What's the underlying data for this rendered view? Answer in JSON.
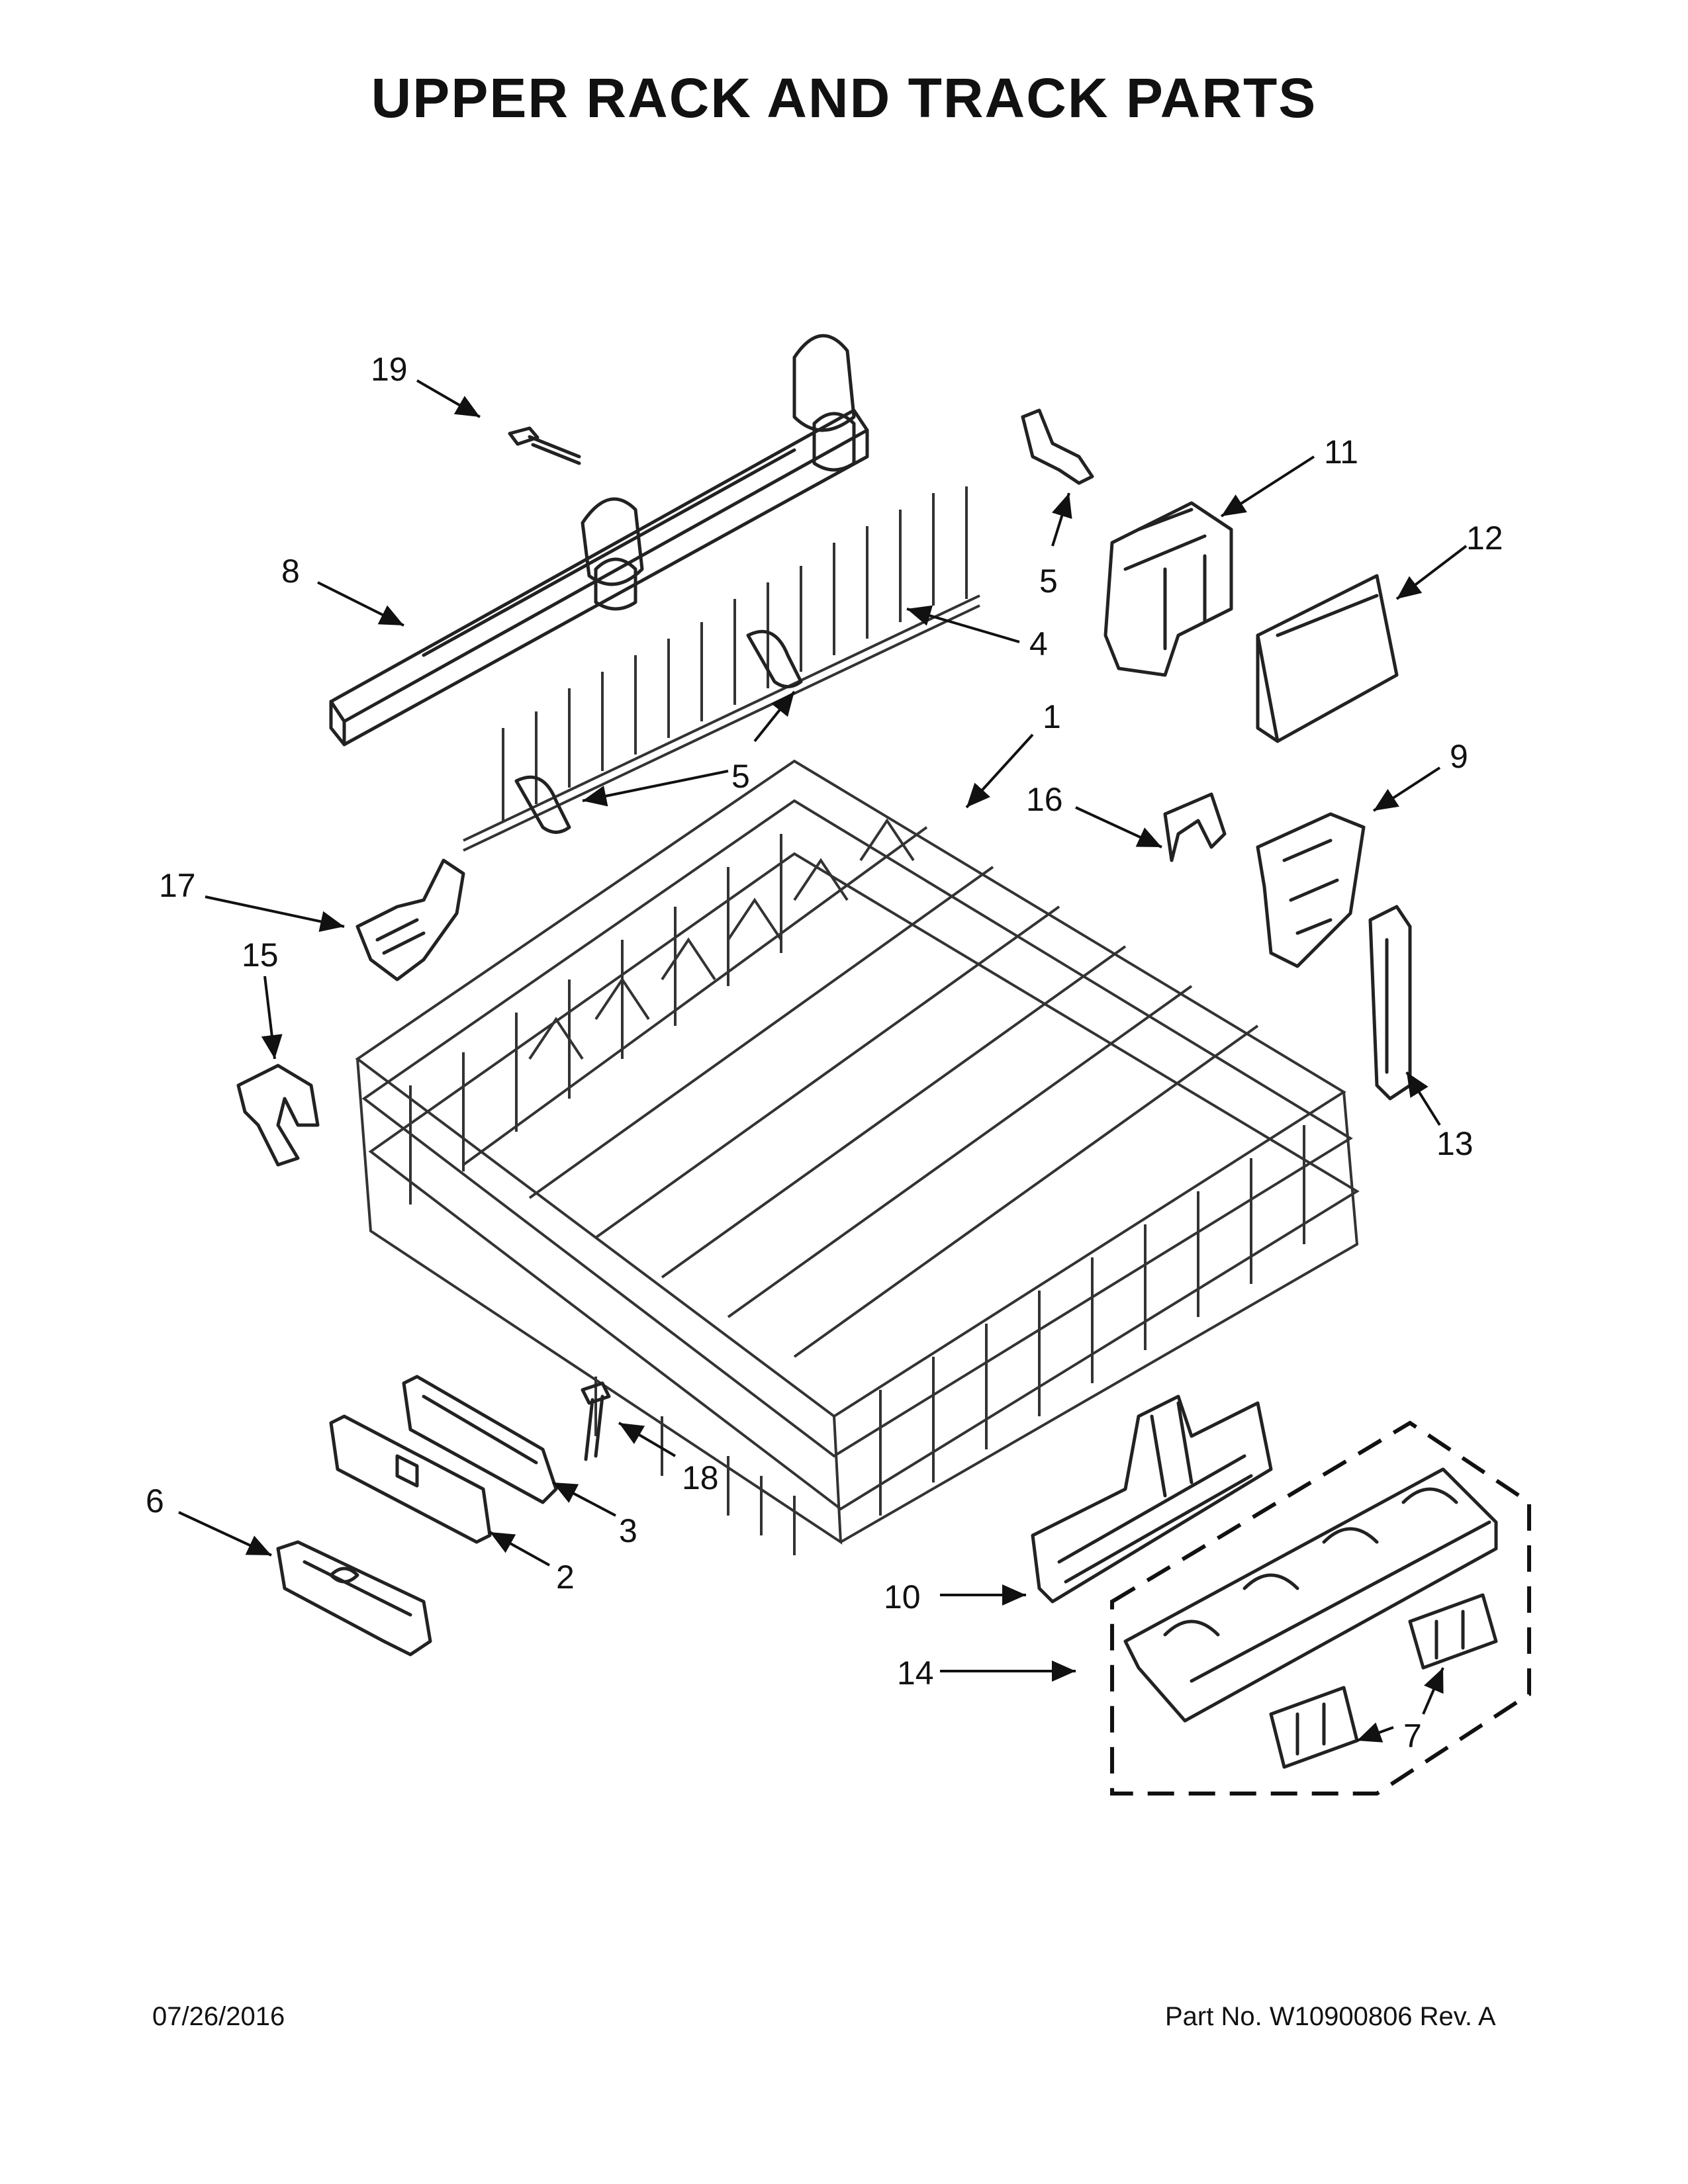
{
  "page": {
    "title": "UPPER RACK AND TRACK PARTS",
    "date": "07/26/2016",
    "part_number_line": "Part No.  W10900806  Rev.  A"
  },
  "callouts": {
    "c1": "1",
    "c2": "2",
    "c3": "3",
    "c4": "4",
    "c5a": "5",
    "c5b": "5",
    "c6": "6",
    "c7": "7",
    "c8": "8",
    "c9": "9",
    "c10": "10",
    "c11": "11",
    "c12": "12",
    "c13": "13",
    "c14": "14",
    "c15": "15",
    "c16": "16",
    "c17": "17",
    "c18": "18",
    "c19": "19"
  }
}
